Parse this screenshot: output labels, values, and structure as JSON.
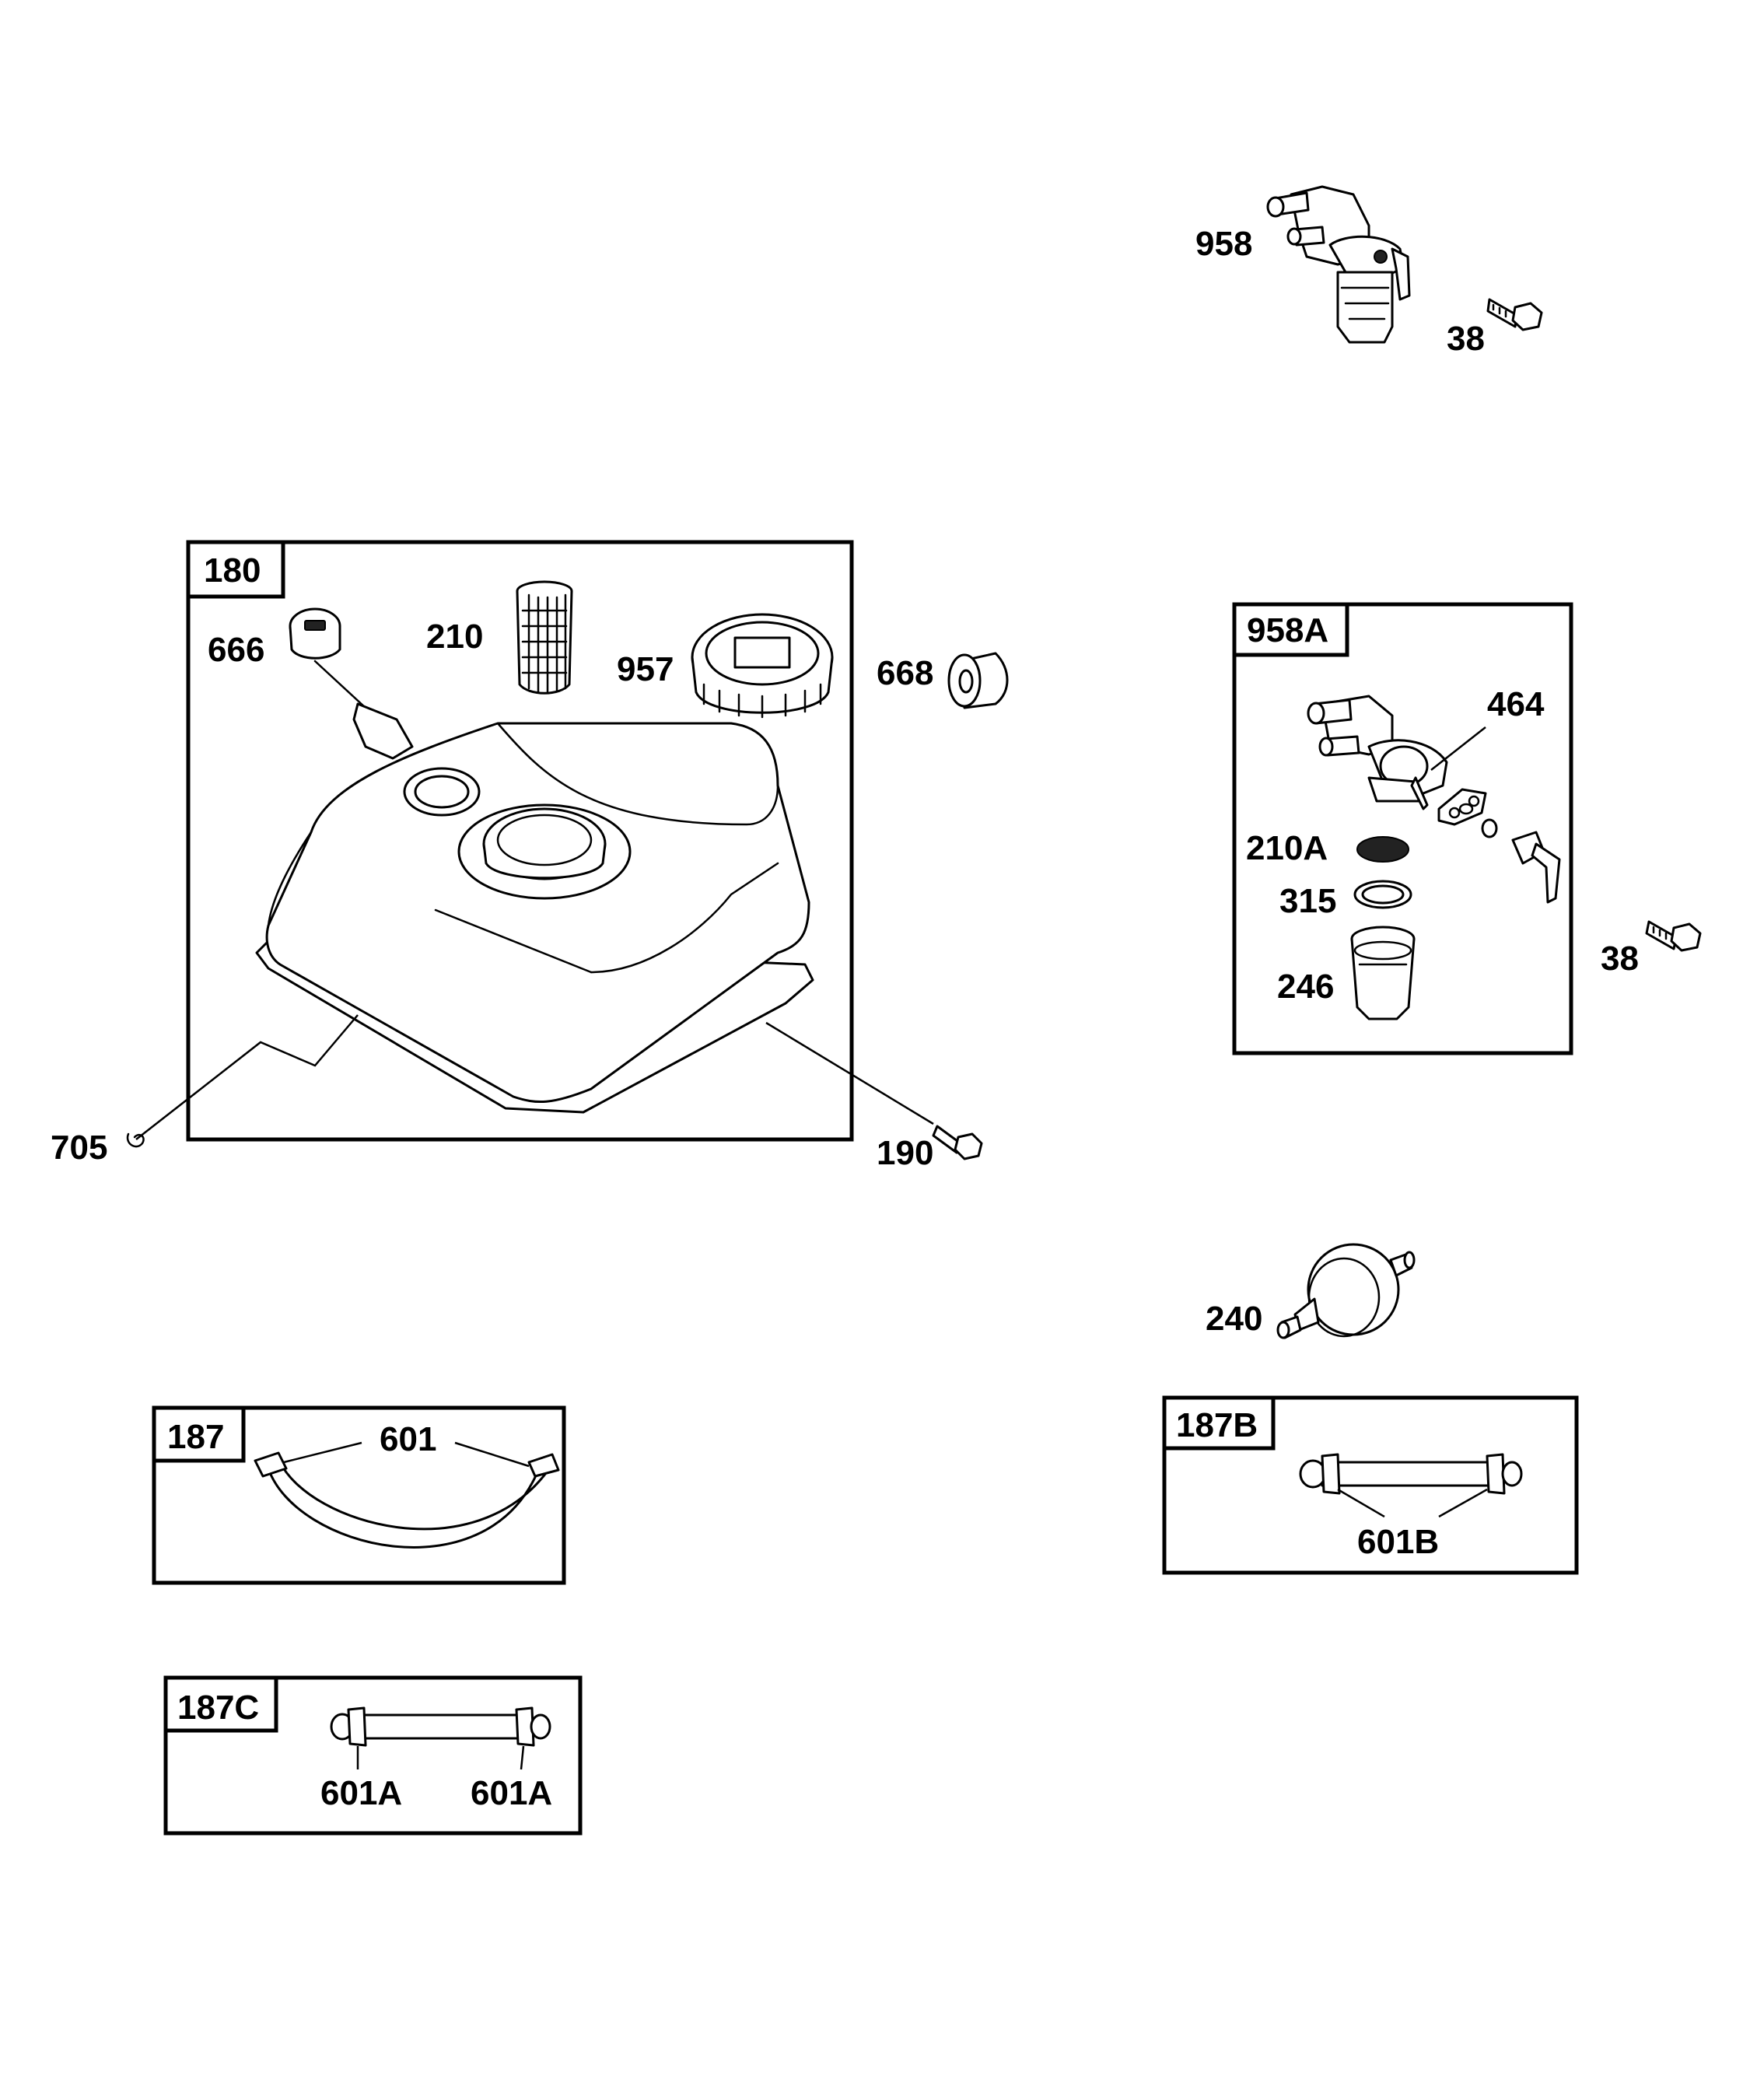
{
  "callouts": {
    "p958": "958",
    "p38a": "38",
    "p38b": "38",
    "p666": "666",
    "p210": "210",
    "p957": "957",
    "p668": "668",
    "p705": "705",
    "p190": "190",
    "p464": "464",
    "p210a": "210A",
    "p315": "315",
    "p246": "246",
    "p240": "240",
    "p601": "601",
    "p601b": "601B",
    "p601a_left": "601A",
    "p601a_right": "601A"
  },
  "boxes": {
    "b180": "180",
    "b958a": "958A",
    "b187": "187",
    "b187b": "187B",
    "b187c": "187C"
  }
}
